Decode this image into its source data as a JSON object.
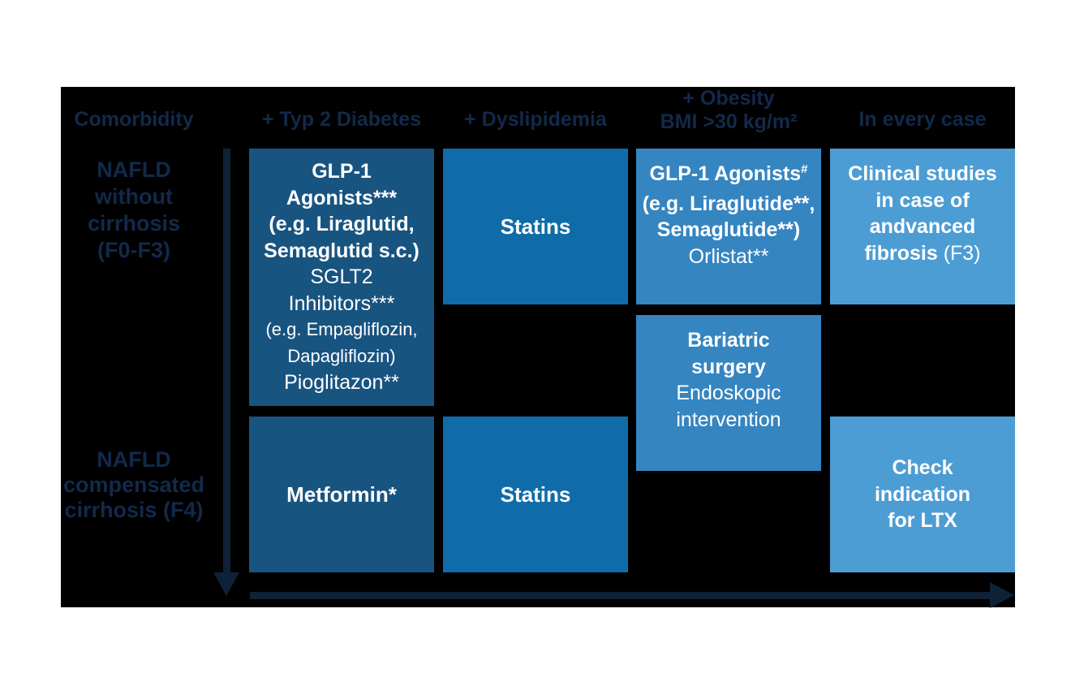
{
  "colors": {
    "page_bg": "#ffffff",
    "canvas_bg": "#000000",
    "heading_text": "#12294A",
    "arrow": "#0E2136",
    "box_dark": "#185480",
    "box_medium": "#0F6CA8",
    "box_light": "#3585C1",
    "box_lighter": "#4D9DD5",
    "box_text": "#ffffff"
  },
  "column_headers": {
    "comorbidity": "Comorbidity",
    "typ2_diabetes": "+ Typ 2 Diabetes",
    "dyslipidemia": "+ Dyslipidemia",
    "obesity_line1": "+ Obesity",
    "obesity_line2": "BMI >30 kg/m²",
    "in_every_case": "In every case"
  },
  "row_labels": {
    "nafld_f0f3": [
      "NAFLD",
      "without",
      "cirrhosis",
      "(F0-F3)"
    ],
    "nafld_f4": [
      "NAFLD",
      "compensated",
      "cirrhosis (F4)"
    ]
  },
  "boxes": {
    "diabetes_f0f3": {
      "lines": [
        "GLP-1",
        "Agonists***",
        "(e.g. Liraglutid,",
        "Semaglutid s.c.)",
        "SGLT2",
        "Inhibitors***",
        "(e.g. Empagliflozin,",
        "Dapagliflozin)",
        "Pioglitazon**"
      ]
    },
    "dyslipidemia_f0f3": {
      "label": "Statins"
    },
    "obesity_f0f3": {
      "title": "GLP-1 Agonists",
      "title_sup": "#",
      "lines": [
        "(e.g. Liraglutide**,",
        "Semaglutide**)",
        "Orlistat**"
      ]
    },
    "every_case_f0f3": {
      "lines": [
        "Clinical studies",
        "in case of",
        "andvanced"
      ],
      "last_line_bold": "fibrosis",
      "last_line_regular": " (F3)"
    },
    "obesity_f0f3_b": {
      "lines": [
        "Bariatric",
        "surgery",
        "Endoskopic",
        "intervention"
      ]
    },
    "diabetes_f4": {
      "label": "Metformin*"
    },
    "dyslipidemia_f4": {
      "label": "Statins"
    },
    "every_case_f4": {
      "lines": [
        "Check",
        "indication",
        "for LTX"
      ]
    }
  }
}
